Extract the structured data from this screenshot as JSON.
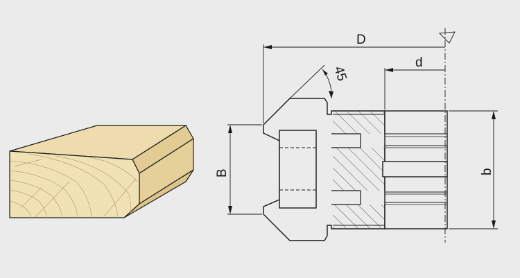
{
  "labels": {
    "D": "D",
    "d": "d",
    "angle": "45",
    "B": "B",
    "b": "b"
  },
  "colors": {
    "background": "#ebebeb",
    "wood_top": "#eedcae",
    "wood_side": "#e6d09a",
    "wood_end": "#f1e2b6",
    "line": "#1a1a1a",
    "grain": "#b8a276"
  }
}
